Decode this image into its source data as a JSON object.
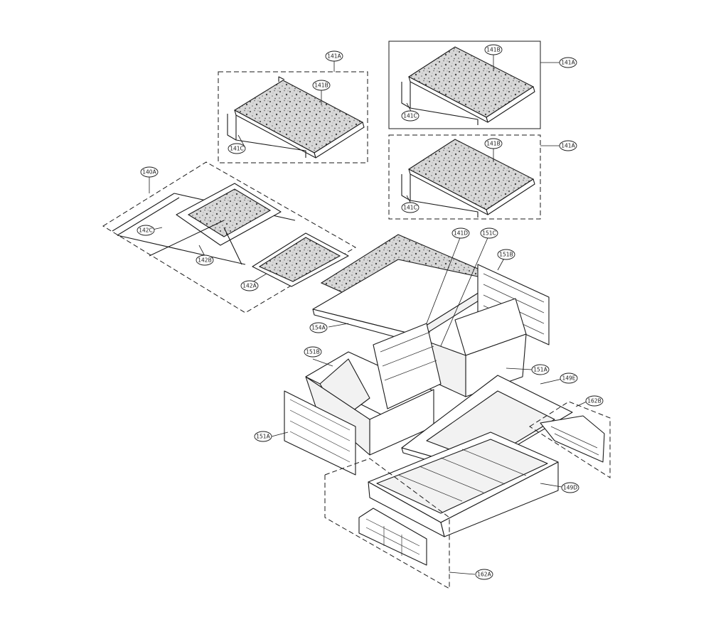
{
  "callouts": {
    "c141A_top": "141A",
    "c141B_top": "141B",
    "c141C_top": "141C",
    "c141A_r1": "141A",
    "c141B_r1": "141B",
    "c141C_r1": "141C",
    "c141A_r2": "141A",
    "c141B_r2": "141B",
    "c141C_r2": "141C",
    "c140A": "140A",
    "c142C": "142C",
    "c142B": "142B",
    "c142A": "142A",
    "c141D": "141D",
    "c151C": "151C",
    "c151B_r": "151B",
    "c154A": "154A",
    "c151B_l": "151B",
    "c151A_c": "151A",
    "c149E": "149E",
    "c162B": "162B",
    "c151A_l": "151A",
    "c149D": "149D",
    "c162A": "162A"
  },
  "colors": {
    "line": "#1a1a1a",
    "background": "#ffffff"
  }
}
